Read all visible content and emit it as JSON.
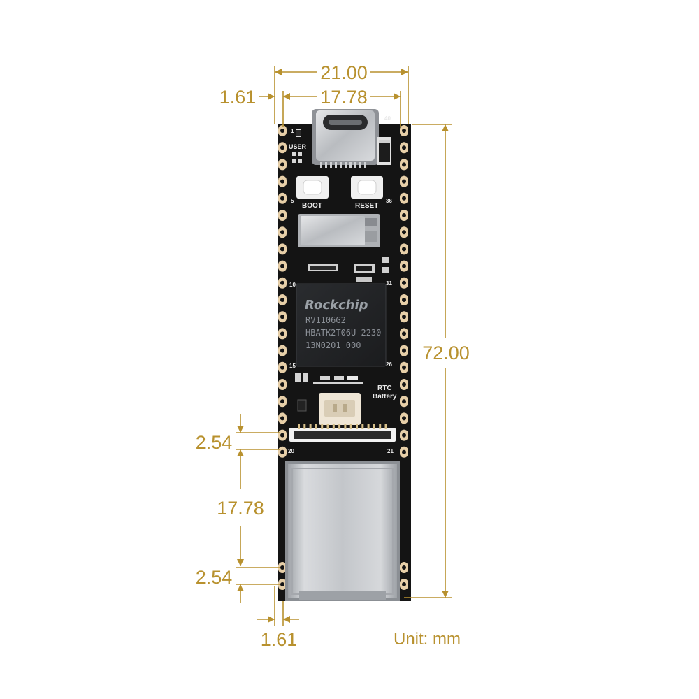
{
  "dimensions": {
    "total_width": "21.00",
    "pitch_width": "17.78",
    "top_edge_offset": "1.61",
    "total_length": "72.00",
    "gap_top": "2.54",
    "rj45_span": "17.78",
    "gap_bottom": "2.54",
    "bottom_edge_offset": "1.61"
  },
  "unit_label": "Unit: mm",
  "board": {
    "pin_labels": {
      "p1": "1",
      "p40": "40",
      "p5": "5",
      "p36": "36",
      "p10": "10",
      "p31": "31",
      "p15": "15",
      "p26": "26",
      "p20": "20",
      "p21": "21"
    },
    "silkscreen": {
      "user": "USER",
      "boot": "BOOT",
      "reset": "RESET",
      "rtc": "RTC",
      "battery": "Battery"
    },
    "chip": {
      "brand": "Rockchip",
      "line1": "RV1106G2",
      "line2": "HBATK2T06U 2230",
      "line3": "13N0201 000"
    }
  },
  "colors": {
    "dimension": "#b8912e",
    "pcb": "#141414",
    "pad": "#e7cfa8",
    "metal": "#c9cbce"
  }
}
